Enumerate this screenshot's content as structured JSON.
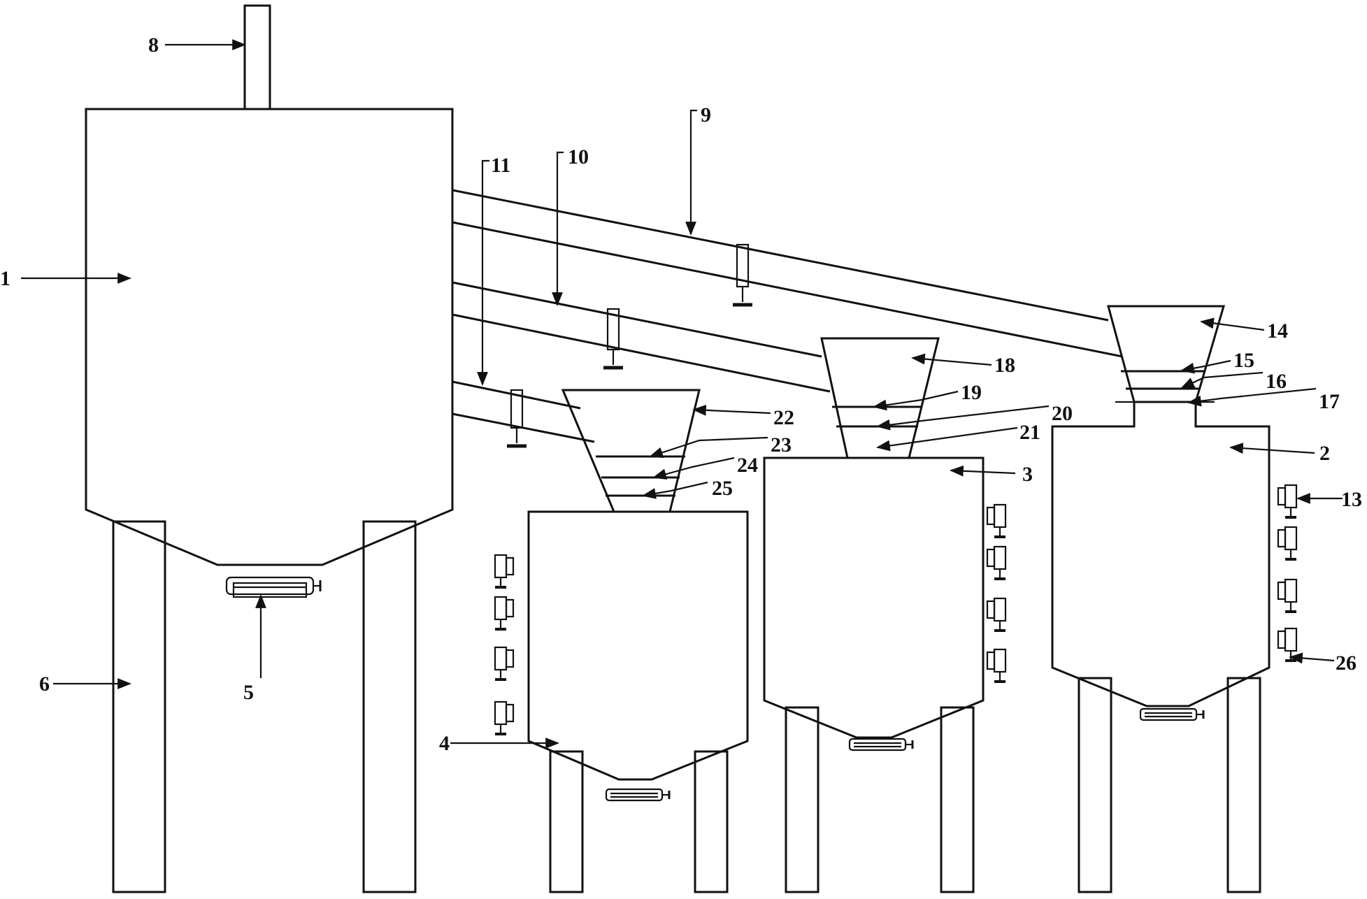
{
  "labels": {
    "l1": "1",
    "l2": "2",
    "l3": "3",
    "l4": "4",
    "l5": "5",
    "l6": "6",
    "l8": "8",
    "l9": "9",
    "l10": "10",
    "l11": "11",
    "l13": "13",
    "l14": "14",
    "l15": "15",
    "l16": "16",
    "l17": "17",
    "l18": "18",
    "l19": "19",
    "l20": "20",
    "l21": "21",
    "l22": "22",
    "l23": "23",
    "l24": "24",
    "l25": "25",
    "l26": "26"
  }
}
